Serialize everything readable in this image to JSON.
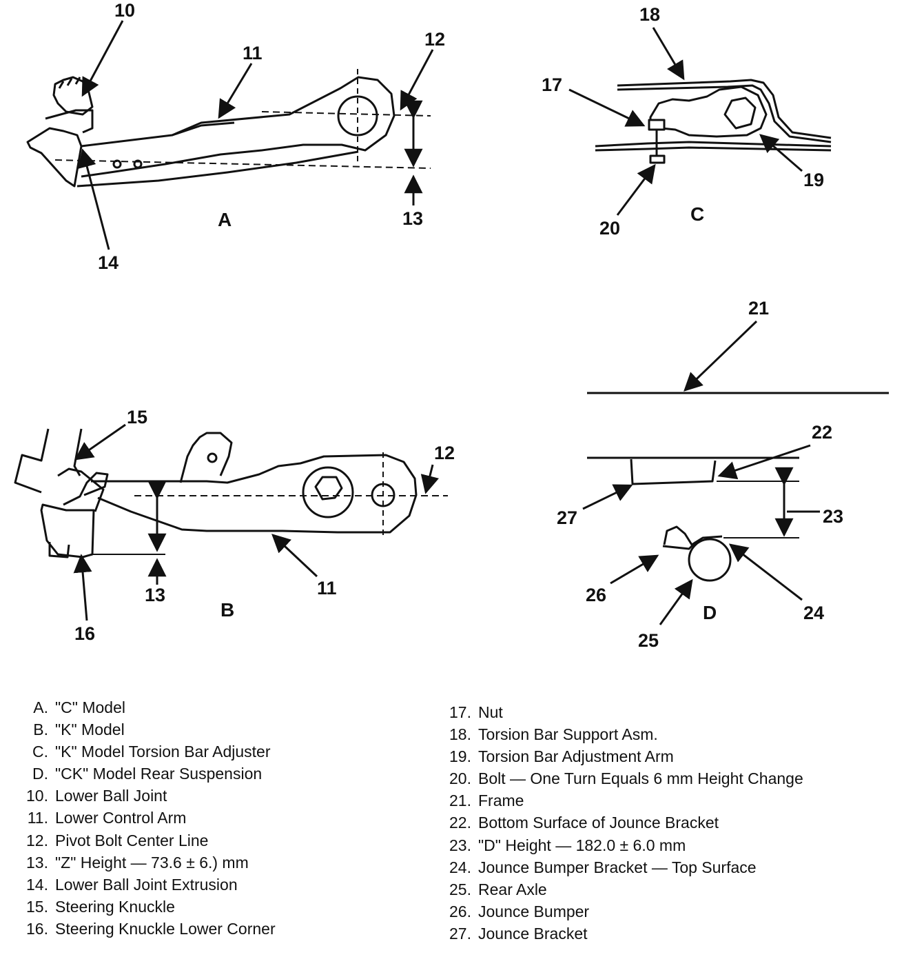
{
  "callouts": {
    "n10": "10",
    "n11a": "11",
    "n12a": "12",
    "n13a": "13",
    "n14": "14",
    "n15": "15",
    "n12b": "12",
    "n13b": "13",
    "n11b": "11",
    "n16": "16",
    "n17": "17",
    "n18": "18",
    "n19": "19",
    "n20": "20",
    "n21": "21",
    "n22": "22",
    "n23": "23",
    "n24": "24",
    "n25": "25",
    "n26": "26",
    "n27": "27"
  },
  "panels": {
    "a": "A",
    "b": "B",
    "c": "C",
    "d": "D"
  },
  "legend_left": [
    {
      "key": "A.",
      "text": "\"C\" Model"
    },
    {
      "key": "B.",
      "text": "\"K\" Model"
    },
    {
      "key": "C.",
      "text": "\"K\" Model Torsion Bar Adjuster"
    },
    {
      "key": "D.",
      "text": "\"CK\" Model Rear Suspension"
    },
    {
      "key": "10.",
      "text": "Lower Ball Joint"
    },
    {
      "key": "11.",
      "text": "Lower Control Arm"
    },
    {
      "key": "12.",
      "text": "Pivot Bolt Center Line"
    },
    {
      "key": "13.",
      "text": "\"Z\" Height — 73.6 ± 6.) mm"
    },
    {
      "key": "14.",
      "text": "Lower Ball Joint Extrusion"
    },
    {
      "key": "15.",
      "text": "Steering Knuckle"
    },
    {
      "key": "16.",
      "text": "Steering Knuckle Lower Corner"
    }
  ],
  "legend_right": [
    {
      "key": "17.",
      "text": "Nut"
    },
    {
      "key": "18.",
      "text": "Torsion Bar Support Asm."
    },
    {
      "key": "19.",
      "text": "Torsion Bar Adjustment Arm"
    },
    {
      "key": "20.",
      "text": "Bolt — One Turn Equals 6 mm Height Change"
    },
    {
      "key": "21.",
      "text": "Frame"
    },
    {
      "key": "22.",
      "text": "Bottom Surface of Jounce Bracket"
    },
    {
      "key": "23.",
      "text": "\"D\" Height — 182.0 ± 6.0 mm"
    },
    {
      "key": "24.",
      "text": "Jounce Bumper Bracket — Top Surface"
    },
    {
      "key": "25.",
      "text": "Rear Axle"
    },
    {
      "key": "26.",
      "text": "Jounce Bumper"
    },
    {
      "key": "27.",
      "text": "Jounce Bracket"
    }
  ]
}
